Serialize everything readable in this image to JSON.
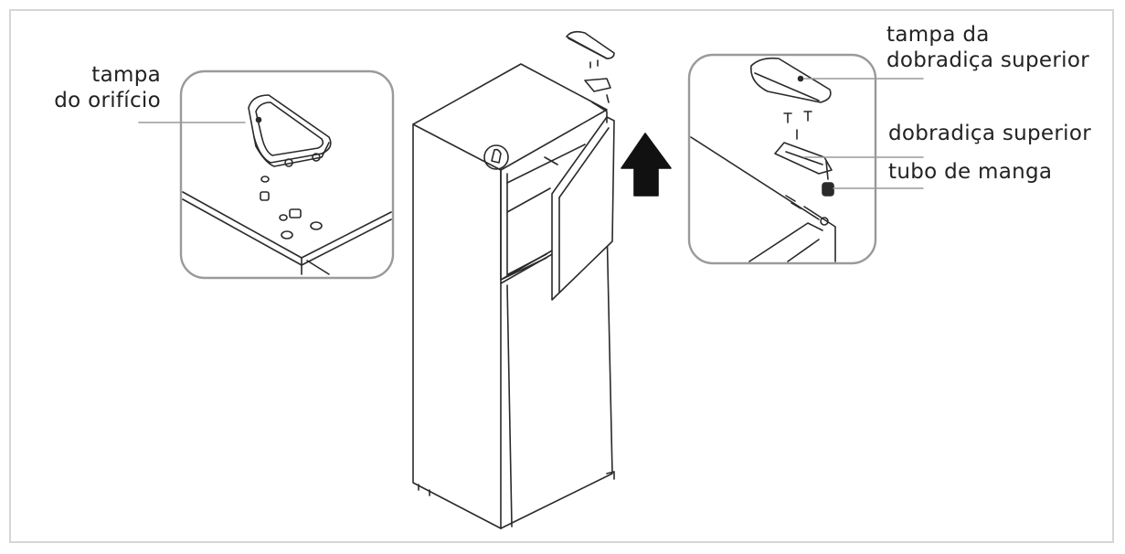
{
  "labels": {
    "hole_cover_line1": "tampa",
    "hole_cover_line2": "do orifício",
    "hinge_cover_line1": "tampa da",
    "hinge_cover_line2": "dobradiça superior",
    "upper_hinge": "dobradiça superior",
    "sleeve_tube": "tubo de manga"
  },
  "colors": {
    "line": "#2a2a2a",
    "callout_border": "#9a9a9a",
    "frame_border": "#d6d6d6",
    "arrow": "#111111"
  },
  "icons": {
    "arrow": "arrow-up-icon"
  }
}
